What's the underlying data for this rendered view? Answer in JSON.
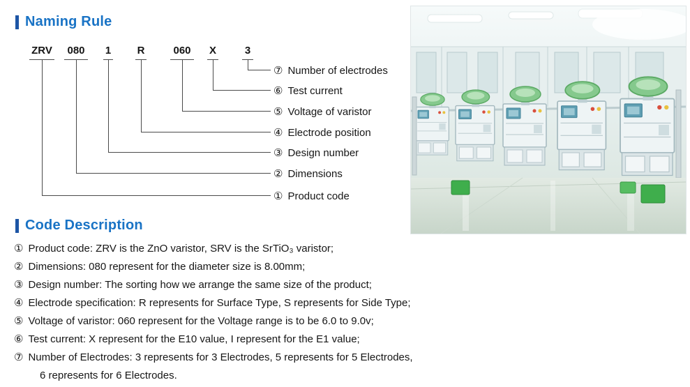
{
  "colors": {
    "heading_blue": "#1973c5",
    "accent_bar_blue": "#1d55a5",
    "diagram_line_gray": "#4a4a4a",
    "body_text": "#161616"
  },
  "naming_rule": {
    "title": "Naming Rule",
    "code_parts": [
      "ZRV",
      "080",
      "1",
      "R",
      "060",
      "X",
      "3"
    ],
    "labels": [
      {
        "num": "⑦",
        "text": "Number of electrodes"
      },
      {
        "num": "⑥",
        "text": "Test current"
      },
      {
        "num": "⑤",
        "text": "Voltage of varistor"
      },
      {
        "num": "④",
        "text": "Electrode position"
      },
      {
        "num": "③",
        "text": "Design number"
      },
      {
        "num": "②",
        "text": "Dimensions"
      },
      {
        "num": "①",
        "text": "Product code"
      }
    ]
  },
  "code_description": {
    "title": "Code Description",
    "items": [
      {
        "num": "①",
        "text": "Product code: ZRV is the ZnO varistor, SRV is the SrTiO₃ varistor;"
      },
      {
        "num": "②",
        "text": "Dimensions: 080 represent for the diameter size is 8.00mm;"
      },
      {
        "num": "③",
        "text": "Design number: The sorting how we arrange the same size of the product;"
      },
      {
        "num": "④",
        "text": "Electrode specification: R represents for Surface Type, S represents for Side Type;"
      },
      {
        "num": "⑤",
        "text": "Voltage of varistor: 060 represent for the Voltage range is to be 6.0 to 9.0v;"
      },
      {
        "num": "⑥",
        "text": "Test current: X represent for the E10 value, I represent for the E1 value;"
      },
      {
        "num": "⑦",
        "text": "Number of Electrodes: 3 represents for 3 Electrodes, 5 represents for 5 Electrodes,",
        "text2": "6 represents for 6 Electrodes."
      }
    ]
  },
  "photo": {
    "name": "production-line-photo"
  }
}
